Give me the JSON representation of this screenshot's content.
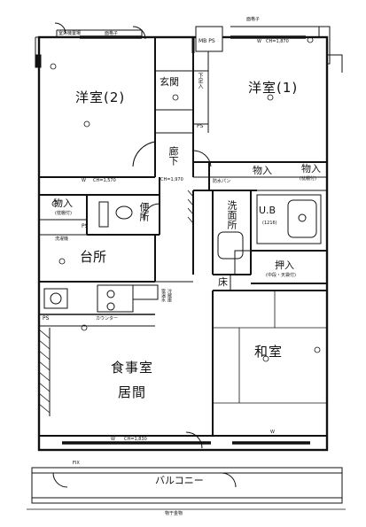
{
  "rooms": {
    "western2": "洋室(2)",
    "western1": "洋室(1)",
    "entrance": "玄関",
    "shoebox": "下足入",
    "corridor": "廊下",
    "storage_left": "物入",
    "storage_left_sub": "(枕棚付)",
    "toilet": "便所",
    "kitchen": "台所",
    "washroom": "洗面所",
    "unitbath": "U.B",
    "unitbath_size": "(1216)",
    "storage_right1": "物入",
    "storage_right2": "物入",
    "storage_right2_sub": "(枕棚付)",
    "closet": "押入",
    "closet_sub": "(中段・天袋付)",
    "tokonoma": "床",
    "japanese": "和室",
    "dining": "食事室",
    "living": "居間",
    "balcony": "バルコニー"
  },
  "labels": {
    "outdoor_unit": "室外機置場",
    "lattice_left": "面格子",
    "lattice_right": "面格子",
    "mb_ps": "MB PS",
    "ps1": "PS",
    "ps2": "PS",
    "ps3": "PS",
    "bojin_pan": "防水パン",
    "washer": "洗濯機",
    "counter": "カウンター",
    "fridge": "冷蔵庫",
    "elec_tank": "電温水",
    "fix": "FIX",
    "clothes_rail": "物干金物",
    "ch_w2": "CH=1,570",
    "ch_w1": "CH=1,870",
    "ch_corr": "CH=1,970",
    "ch_liv": "CH=1,830",
    "w1": "W",
    "w2": "W",
    "w3": "W",
    "w4": "W"
  }
}
